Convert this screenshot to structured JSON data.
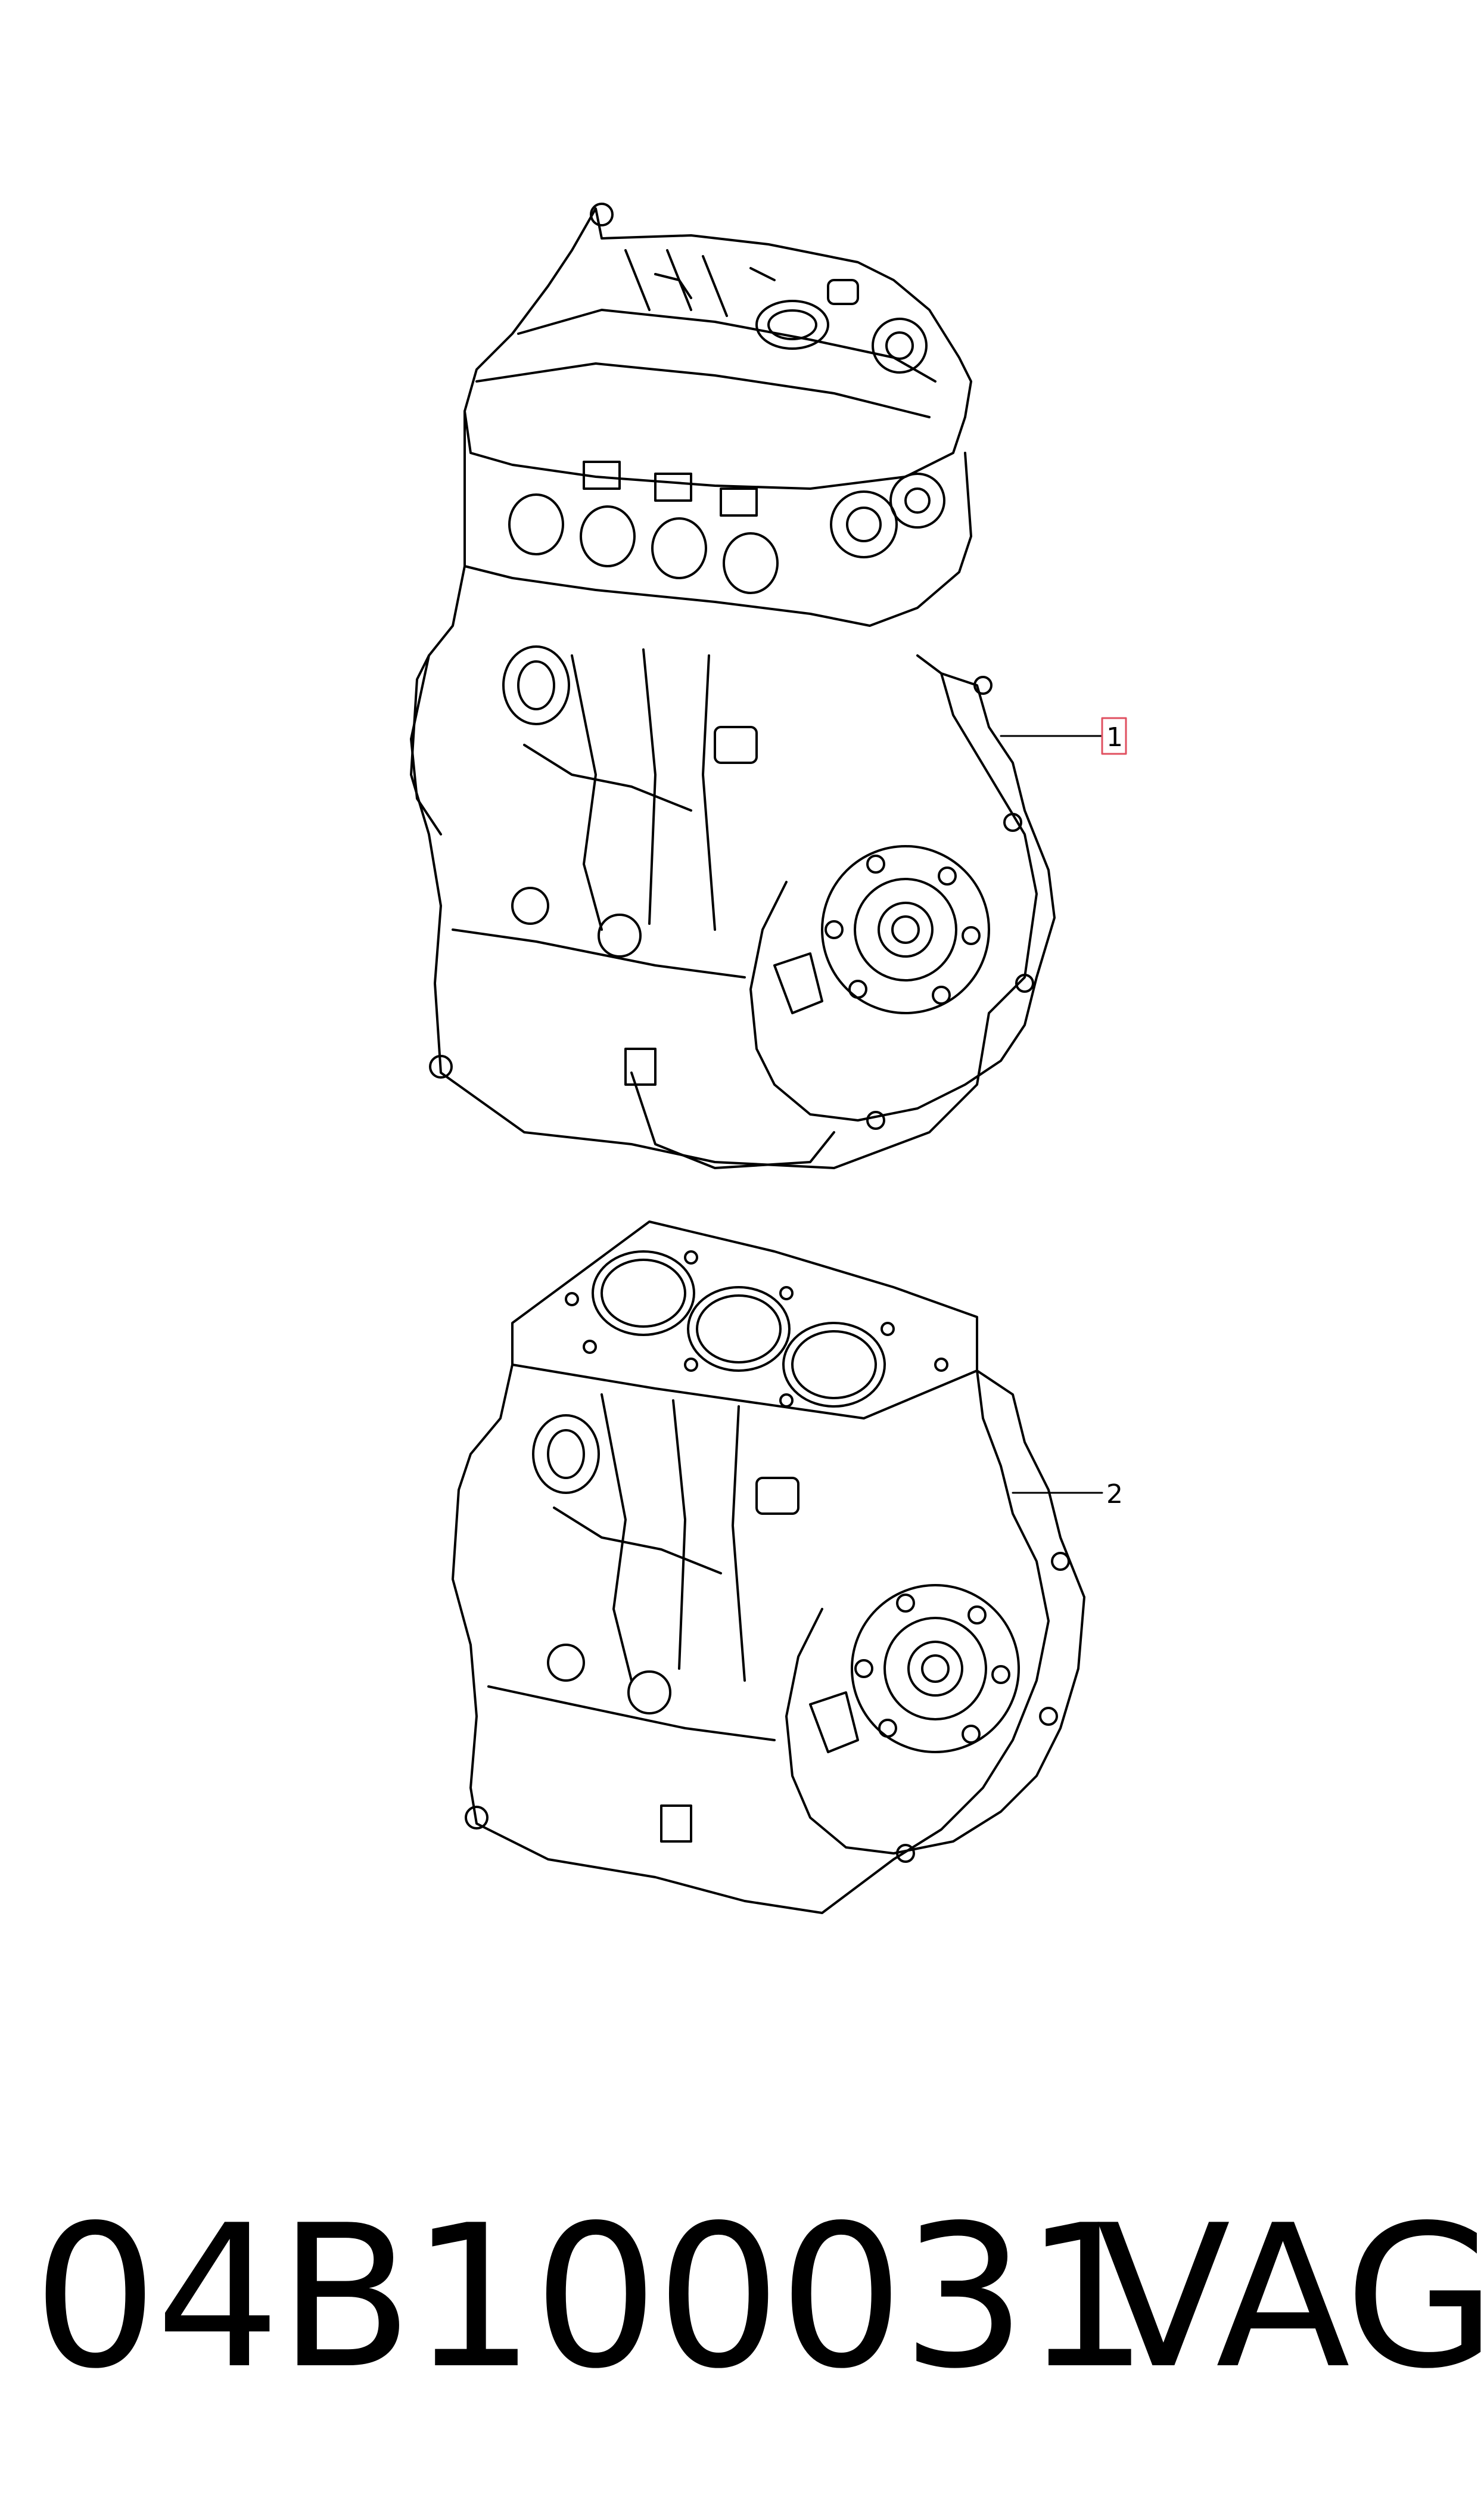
{
  "diagram": {
    "callouts": [
      {
        "id": "1",
        "label": "1",
        "highlighted": true
      },
      {
        "id": "2",
        "label": "2",
        "highlighted": false
      }
    ],
    "parts": [
      {
        "callout": "1",
        "icon": "complete-engine-illustration"
      },
      {
        "callout": "2",
        "icon": "short-block-illustration"
      }
    ]
  },
  "footer": {
    "part_number": "04B100031",
    "brand": "VAG"
  },
  "colors": {
    "line": "#000000",
    "highlight_box": "#e05060",
    "background": "#ffffff"
  }
}
